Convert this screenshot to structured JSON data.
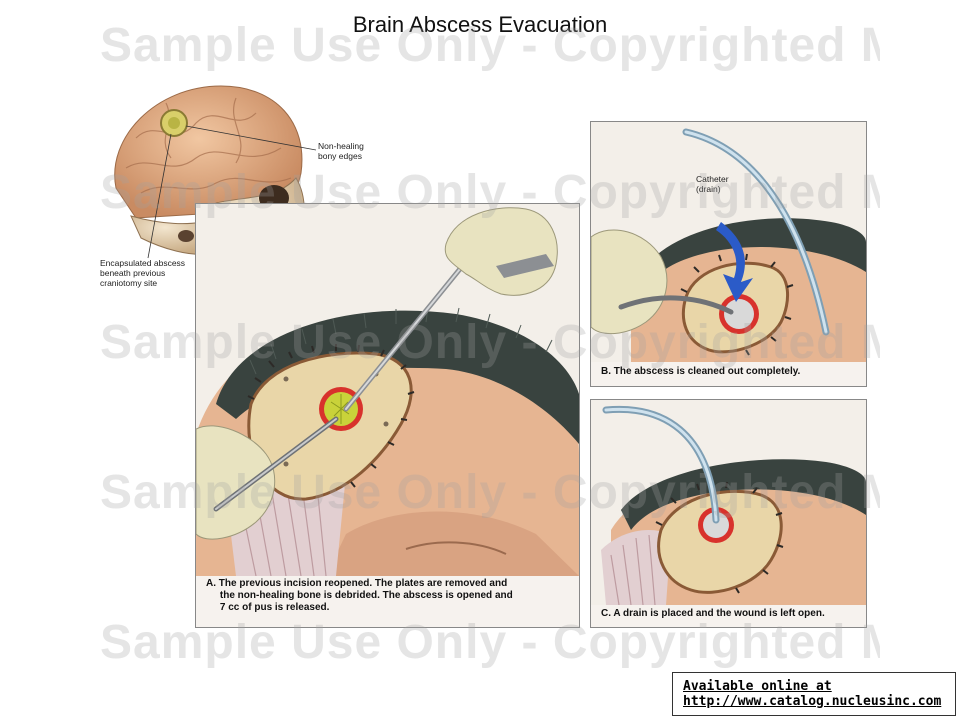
{
  "title": "Brain Abscess Evacuation",
  "watermark": "Sample Use Only - Copyrighted Material",
  "skull_callouts": {
    "bony_edges": [
      "Non-healing",
      "bony edges"
    ],
    "abscess": [
      "Encapsulated abscess",
      "beneath previous",
      "craniotomy site"
    ]
  },
  "panel_a": {
    "caption_lines": [
      "A.  The previous incision reopened. The plates are removed and",
      "     the non-healing bone is debrided. The abscess is opened and",
      "     7 cc of pus is released."
    ]
  },
  "panel_b": {
    "callout": [
      "Catheter",
      "(drain)"
    ],
    "caption": "B.  The abscess is cleaned out completely."
  },
  "panel_c": {
    "caption": "C.  A drain is placed and the wound is left open."
  },
  "source": {
    "line1": "Available online at",
    "line2": "http://www.catalog.nucleusinc.com"
  },
  "colors": {
    "skin": "#e8b896",
    "hair": "#39433f",
    "bone_flap": "#e9d6a8",
    "abscess": "#c9d23a",
    "wound_red": "#d8322c",
    "catheter": "#a9c8dc",
    "glove": "#e8e3c0",
    "arrow": "#2b5bc8"
  }
}
